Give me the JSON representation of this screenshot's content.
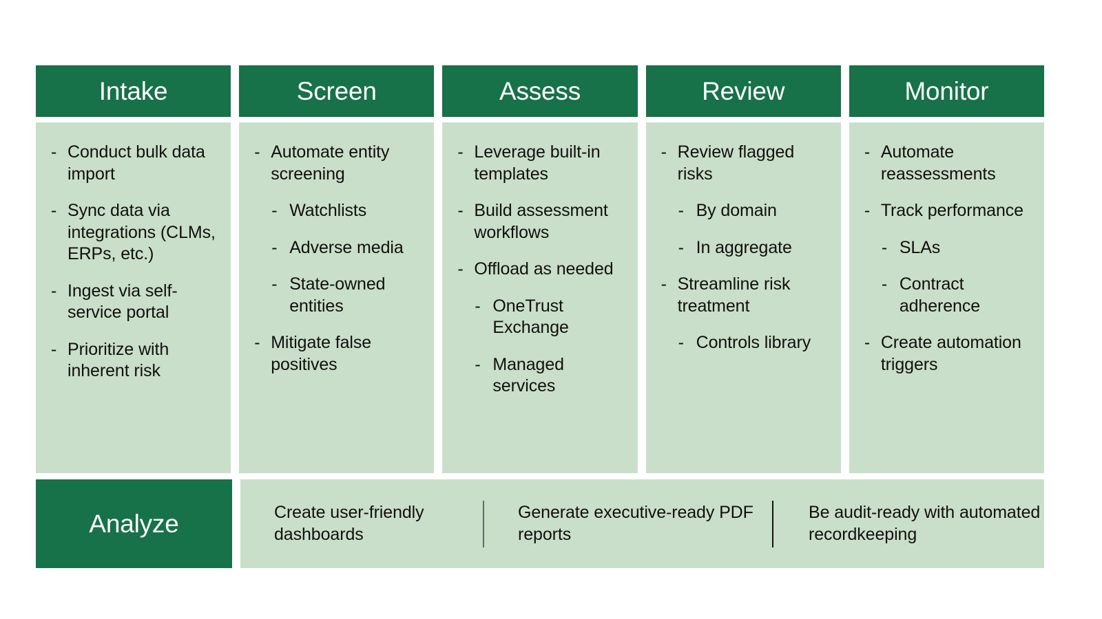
{
  "theme": {
    "header_green": "#177149",
    "panel_green": "#c9dfc9",
    "text_dark": "#12100e",
    "text_light": "#ffffff",
    "divider": "#12100e"
  },
  "stages": [
    {
      "title": "Intake",
      "items": [
        {
          "level": 1,
          "dash": "-",
          "text": "Conduct bulk data import"
        },
        {
          "level": 1,
          "dash": "-",
          "text": "Sync data via integrations (CLMs, ERPs, etc.)"
        },
        {
          "level": 1,
          "dash": "-",
          "text": "Ingest via self-service portal"
        },
        {
          "level": 1,
          "dash": "-",
          "text": "Prioritize with inherent risk"
        }
      ]
    },
    {
      "title": "Screen",
      "items": [
        {
          "level": 1,
          "dash": "-",
          "text": "Automate entity screening"
        },
        {
          "level": 2,
          "dash": "-",
          "text": "Watchlists"
        },
        {
          "level": 2,
          "dash": "-",
          "text": "Adverse media"
        },
        {
          "level": 2,
          "dash": "-",
          "text": "State-owned entities"
        },
        {
          "level": 1,
          "dash": "-",
          "text": "Mitigate false positives"
        }
      ]
    },
    {
      "title": "Assess",
      "items": [
        {
          "level": 1,
          "dash": "-",
          "text": "Leverage built-in templates"
        },
        {
          "level": 1,
          "dash": "-",
          "text": "Build assessment workflows"
        },
        {
          "level": 1,
          "dash": "-",
          "text": "Offload as needed"
        },
        {
          "level": 2,
          "dash": "-",
          "text": "OneTrust Exchange"
        },
        {
          "level": 2,
          "dash": "-",
          "text": "Managed services"
        }
      ]
    },
    {
      "title": "Review",
      "items": [
        {
          "level": 1,
          "dash": "-",
          "text": "Review flagged risks"
        },
        {
          "level": 2,
          "dash": "-",
          "text": "By domain"
        },
        {
          "level": 2,
          "dash": "-",
          "text": "In aggregate"
        },
        {
          "level": 1,
          "dash": "-",
          "text": "Streamline risk treatment"
        },
        {
          "level": 2,
          "dash": "-",
          "text": "Controls library"
        }
      ]
    },
    {
      "title": "Monitor",
      "items": [
        {
          "level": 1,
          "dash": "-",
          "text": "Automate reassessments"
        },
        {
          "level": 1,
          "dash": "-",
          "text": "Track performance"
        },
        {
          "level": 2,
          "dash": "-",
          "text": "SLAs"
        },
        {
          "level": 2,
          "dash": "-",
          "text": "Contract adherence"
        },
        {
          "level": 1,
          "dash": "-",
          "text": "Create automation triggers"
        }
      ]
    }
  ],
  "analyze": {
    "title": "Analyze",
    "items": [
      {
        "text": "Create user-friendly dashboards"
      },
      {
        "text": "Generate executive-ready PDF reports"
      },
      {
        "text": "Be audit-ready with automated recordkeeping"
      }
    ]
  }
}
